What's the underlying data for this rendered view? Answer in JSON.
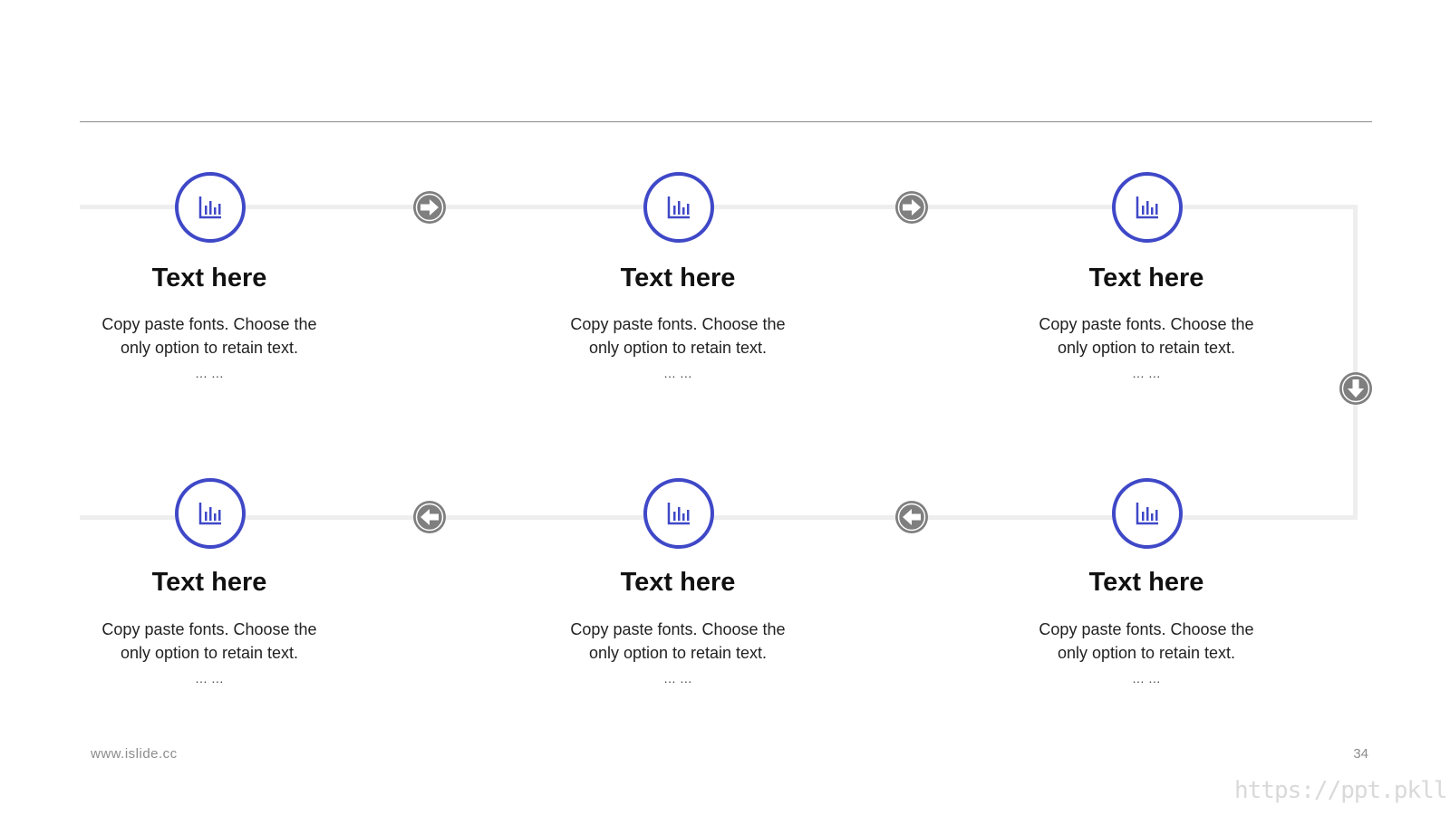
{
  "steps": [
    {
      "title": "Text here",
      "desc_line1": "Copy paste fonts. Choose the",
      "desc_line2": "only option to retain text.",
      "ellipsis": "… …"
    },
    {
      "title": "Text here",
      "desc_line1": "Copy paste fonts. Choose the",
      "desc_line2": "only option to retain text.",
      "ellipsis": "… …"
    },
    {
      "title": "Text here",
      "desc_line1": "Copy paste fonts. Choose the",
      "desc_line2": "only option to retain text.",
      "ellipsis": "… …"
    },
    {
      "title": "Text here",
      "desc_line1": "Copy paste fonts. Choose the",
      "desc_line2": "only option to retain text.",
      "ellipsis": "… …"
    },
    {
      "title": "Text here",
      "desc_line1": "Copy paste fonts. Choose the",
      "desc_line2": "only option to retain text.",
      "ellipsis": "… …"
    },
    {
      "title": "Text here",
      "desc_line1": "Copy paste fonts. Choose the",
      "desc_line2": "only option to retain text.",
      "ellipsis": "… …"
    }
  ],
  "step_icon": "bar-chart-icon",
  "arrows": [
    "arrow-right-icon",
    "arrow-right-icon",
    "arrow-down-icon",
    "arrow-left-icon",
    "arrow-left-icon"
  ],
  "colors": {
    "accent": "#3f48c7",
    "arrow": "#7f7f7f",
    "track": "#eeeeee",
    "rule": "#8a8a8a"
  },
  "footer": {
    "website": "www.islide.cc",
    "page_number": "34"
  },
  "watermark": "https://ppt.pkll.de"
}
